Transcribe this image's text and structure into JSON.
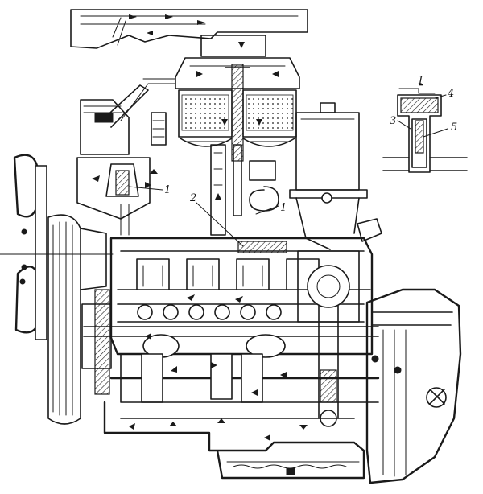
{
  "colors": {
    "ink": "#1a1a1a",
    "paper": "#ffffff"
  },
  "callouts": {
    "detail_ref": "I",
    "filter_left": "1",
    "pump_2": "2",
    "pump_1": "1",
    "inset_4": "4",
    "inset_3": "3",
    "inset_5": "5"
  }
}
